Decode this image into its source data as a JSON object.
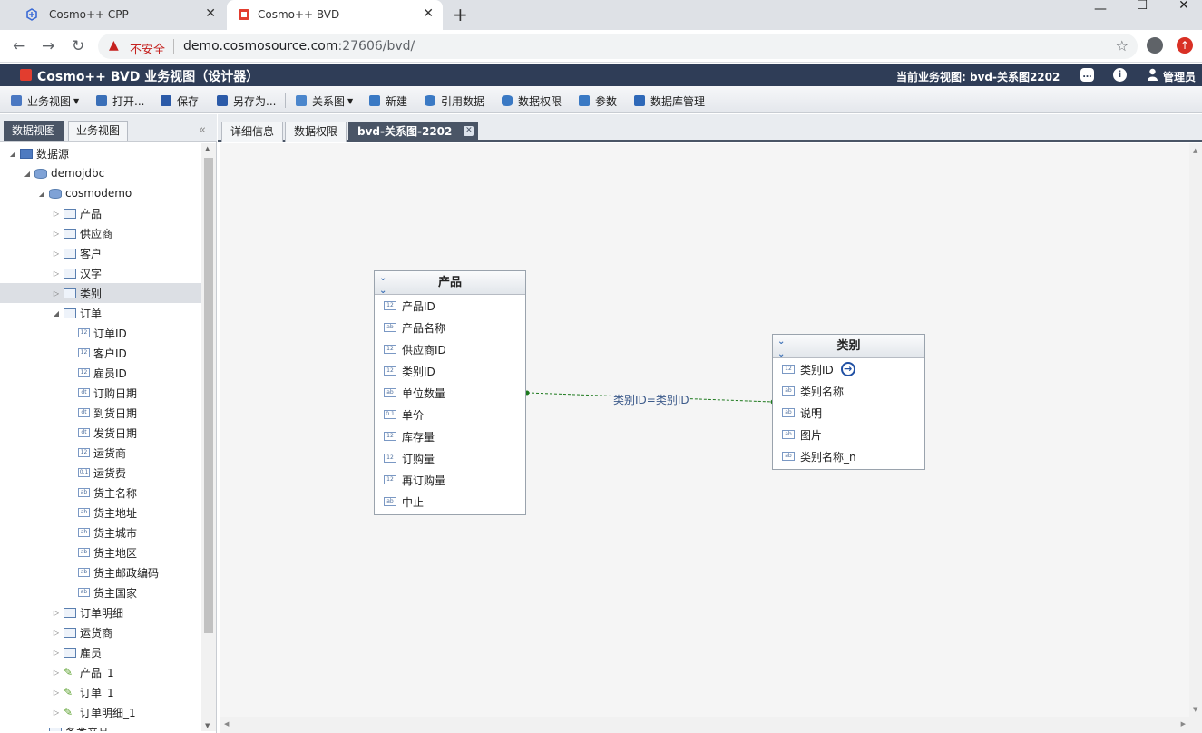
{
  "browser": {
    "tabs": [
      {
        "title": "Cosmo++ CPP",
        "active": false
      },
      {
        "title": "Cosmo++ BVD",
        "active": true
      }
    ],
    "security_label": "不安全",
    "url_host": "demo.cosmosource.com",
    "url_path": ":27606/bvd/"
  },
  "app": {
    "title": "Cosmo++ BVD 业务视图（设计器）",
    "current_view": "当前业务视图: bvd-关系图2202",
    "user": "管理员"
  },
  "toolbar": {
    "business_view": "业务视图",
    "open": "打开...",
    "save": "保存",
    "save_as": "另存为...",
    "relation_diagram": "关系图",
    "new": "新建",
    "reference_data": "引用数据",
    "data_permission": "数据权限",
    "params": "参数",
    "db_management": "数据库管理"
  },
  "left_panel": {
    "tabs": [
      "数据视图",
      "业务视图"
    ],
    "tree": [
      {
        "label": "数据源",
        "level": 0,
        "toggle": "open",
        "icon": "folder"
      },
      {
        "label": "demojdbc",
        "level": 1,
        "toggle": "open",
        "icon": "db"
      },
      {
        "label": "cosmodemo",
        "level": 2,
        "toggle": "open",
        "icon": "db"
      },
      {
        "label": "产品",
        "level": 3,
        "toggle": "closed",
        "icon": "table"
      },
      {
        "label": "供应商",
        "level": 3,
        "toggle": "closed",
        "icon": "table"
      },
      {
        "label": "客户",
        "level": 3,
        "toggle": "closed",
        "icon": "table"
      },
      {
        "label": "汉字",
        "level": 3,
        "toggle": "closed",
        "icon": "table"
      },
      {
        "label": "类别",
        "level": 3,
        "toggle": "closed",
        "icon": "table",
        "selected": true
      },
      {
        "label": "订单",
        "level": 3,
        "toggle": "open",
        "icon": "table"
      },
      {
        "label": "订单ID",
        "level": 4,
        "icon": "col",
        "type": "12"
      },
      {
        "label": "客户ID",
        "level": 4,
        "icon": "col",
        "type": "12"
      },
      {
        "label": "雇员ID",
        "level": 4,
        "icon": "col",
        "type": "12"
      },
      {
        "label": "订购日期",
        "level": 4,
        "icon": "col",
        "type": "dt"
      },
      {
        "label": "到货日期",
        "level": 4,
        "icon": "col",
        "type": "dt"
      },
      {
        "label": "发货日期",
        "level": 4,
        "icon": "col",
        "type": "dt"
      },
      {
        "label": "运货商",
        "level": 4,
        "icon": "col",
        "type": "12"
      },
      {
        "label": "运货费",
        "level": 4,
        "icon": "col",
        "type": "0.1"
      },
      {
        "label": "货主名称",
        "level": 4,
        "icon": "col",
        "type": "ab"
      },
      {
        "label": "货主地址",
        "level": 4,
        "icon": "col",
        "type": "ab"
      },
      {
        "label": "货主城市",
        "level": 4,
        "icon": "col",
        "type": "ab"
      },
      {
        "label": "货主地区",
        "level": 4,
        "icon": "col",
        "type": "ab"
      },
      {
        "label": "货主邮政编码",
        "level": 4,
        "icon": "col",
        "type": "ab"
      },
      {
        "label": "货主国家",
        "level": 4,
        "icon": "col",
        "type": "ab"
      },
      {
        "label": "订单明细",
        "level": 3,
        "toggle": "closed",
        "icon": "table"
      },
      {
        "label": "运货商",
        "level": 3,
        "toggle": "closed",
        "icon": "table"
      },
      {
        "label": "雇员",
        "level": 3,
        "toggle": "closed",
        "icon": "table"
      },
      {
        "label": "产品_1",
        "level": 3,
        "toggle": "closed",
        "icon": "view"
      },
      {
        "label": "订单_1",
        "level": 3,
        "toggle": "closed",
        "icon": "view"
      },
      {
        "label": "订单明细_1",
        "level": 3,
        "toggle": "closed",
        "icon": "view"
      },
      {
        "label": "备类产品",
        "level": 2,
        "toggle": "open",
        "icon": "table"
      }
    ]
  },
  "right_tabs": [
    "详细信息",
    "数据权限",
    "bvd-关系图-2202"
  ],
  "diagram": {
    "entities": [
      {
        "name": "产品",
        "fields": [
          {
            "label": "产品ID",
            "type": "12"
          },
          {
            "label": "产品名称",
            "type": "ab"
          },
          {
            "label": "供应商ID",
            "type": "12"
          },
          {
            "label": "类别ID",
            "type": "12"
          },
          {
            "label": "单位数量",
            "type": "ab"
          },
          {
            "label": "单价",
            "type": "0.1"
          },
          {
            "label": "库存量",
            "type": "12"
          },
          {
            "label": "订购量",
            "type": "12"
          },
          {
            "label": "再订购量",
            "type": "12"
          },
          {
            "label": "中止",
            "type": "ab"
          }
        ]
      },
      {
        "name": "类别",
        "fields": [
          {
            "label": "类别ID",
            "type": "12",
            "link": true
          },
          {
            "label": "类别名称",
            "type": "ab"
          },
          {
            "label": "说明",
            "type": "ab"
          },
          {
            "label": "图片",
            "type": "ab"
          },
          {
            "label": "类别名称_n",
            "type": "ab"
          }
        ]
      }
    ],
    "relation_label": "类别ID=类别ID",
    "relation_color": "#1e7a1e"
  }
}
